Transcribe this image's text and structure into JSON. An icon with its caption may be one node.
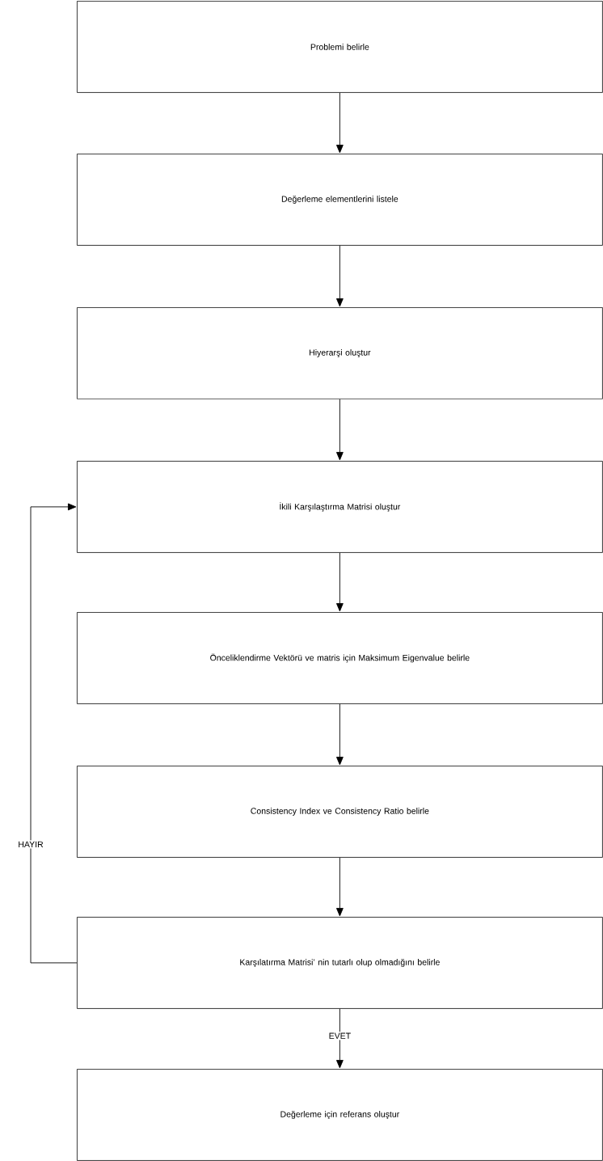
{
  "diagram": {
    "nodes": [
      {
        "text": [
          "Problemi belirle"
        ]
      },
      {
        "text": [
          "Değerleme elementlerini listele"
        ]
      },
      {
        "text": [
          "Hiyerarşi oluştur"
        ]
      },
      {
        "text": [
          "İkili Karşılaştırma Matrisi oluştur"
        ]
      },
      {
        "text": [
          "Önceliklendirme Vektörü ve matris için Maksimum Eigenvalue belirle"
        ]
      },
      {
        "text": [
          "Consistency Index ve Consistency Ratio belirle"
        ]
      },
      {
        "text": [
          "Karşılatırma Matrisi’ nin tutarlı olup olmadığını belirle"
        ]
      },
      {
        "text": [
          "Değerleme için referans oluştur"
        ]
      }
    ],
    "edges": [
      {
        "from": 0,
        "to": 1,
        "arrow": "to"
      },
      {
        "from": 1,
        "to": 2,
        "arrow": "to"
      },
      {
        "from": 2,
        "to": 3,
        "arrow": "to"
      },
      {
        "from": 3,
        "to": 4,
        "arrow": "to"
      },
      {
        "from": 4,
        "to": 5,
        "arrow": "to"
      },
      {
        "from": 5,
        "to": 6,
        "arrow": "to"
      },
      {
        "from": 6,
        "to": 3,
        "arrow": "to",
        "label": "HAYIR"
      },
      {
        "from": 6,
        "to": 7,
        "arrow": "to",
        "label": "EVET"
      }
    ]
  }
}
